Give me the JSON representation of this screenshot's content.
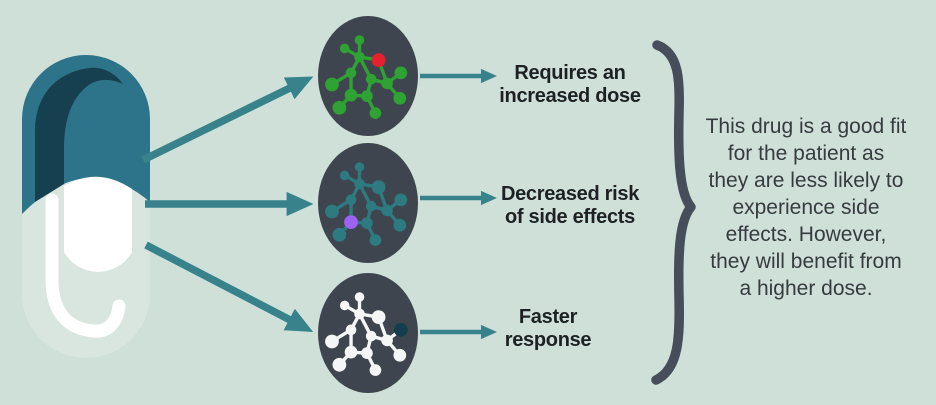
{
  "colors": {
    "background": "#cfe0d8",
    "arrow": "#37828b",
    "brace": "#464d5b",
    "label_text": "#1e2124",
    "summary_text": "#363b40",
    "pill_cap": "#2d7389",
    "pill_cap_shadow": "#16404f",
    "pill_body": "#d8e6df",
    "pill_highlight": "#ffffff",
    "molecule_circle": "#3f454e"
  },
  "items": [
    {
      "label_lines": [
        "Requires an",
        "increased dose"
      ],
      "molecule": {
        "icon": "molecule-red-atom-icon",
        "color": "#2ea233",
        "special_color": "#e6202e",
        "special_node": 3
      }
    },
    {
      "label_lines": [
        "Decreased risk",
        "of side effects"
      ],
      "molecule": {
        "icon": "molecule-purple-atom-icon",
        "color": "#2d7a81",
        "special_color": "#9c63f2",
        "special_node": 9
      }
    },
    {
      "label_lines": [
        "Faster",
        "response"
      ],
      "molecule": {
        "icon": "molecule-dark-atom-icon",
        "color": "#f4f7f5",
        "special_color": "#123f4b",
        "special_node": 4
      }
    }
  ],
  "summary_lines": [
    "This drug is a good fit",
    "for the patient as",
    "they are less likely to",
    "experience side",
    "effects. However,",
    "they will benefit from",
    "a higher dose."
  ]
}
